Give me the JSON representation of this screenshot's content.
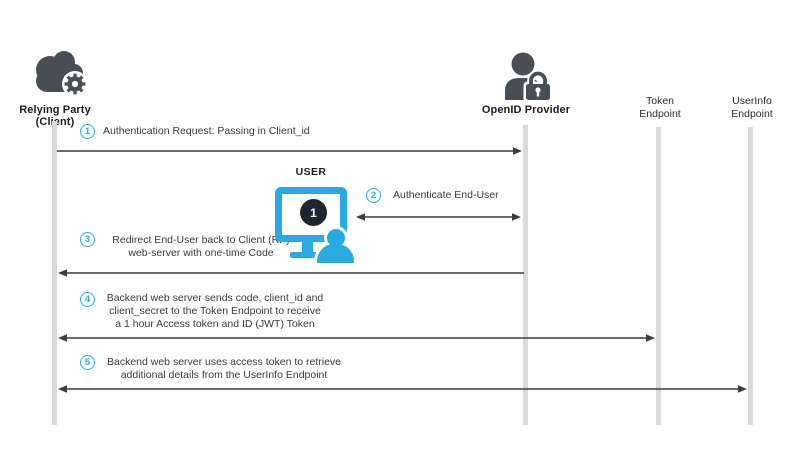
{
  "participants": [
    {
      "id": "relying-party",
      "label": "Relying Party (Client)",
      "icon": "cloud-gear-icon"
    },
    {
      "id": "openid-provider",
      "label": "OpenID Provider",
      "icon": "user-lock-icon"
    },
    {
      "id": "token-endpoint",
      "label": "Token\nEndpoint"
    },
    {
      "id": "userinfo-endpoint",
      "label": "UserInfo\nEndpoint"
    }
  ],
  "user": {
    "label": "USER",
    "screen_badge_number": "1"
  },
  "steps": [
    {
      "num": "1",
      "text": "Authentication Request: Passing in Client_id"
    },
    {
      "num": "2",
      "text": "Authenticate End-User"
    },
    {
      "num": "3",
      "text": "Redirect End-User back to Client (RP)\nweb-server with one-time Code"
    },
    {
      "num": "4",
      "text": "Backend web server sends code, client_id and\nclient_secret to the Token Endpoint to receive\na 1 hour Access token and ID (JWT) Token"
    },
    {
      "num": "5",
      "text": "Backend web server uses access token to retrieve\nadditional details from the UserInfo Endpoint"
    }
  ],
  "colors": {
    "accent_cyan": "#29abe2",
    "icon_dark": "#474e57",
    "lifeline_gray": "#d9d9d9",
    "arrow_color": "#3c3c3c",
    "badge_navy": "#1b2631"
  }
}
